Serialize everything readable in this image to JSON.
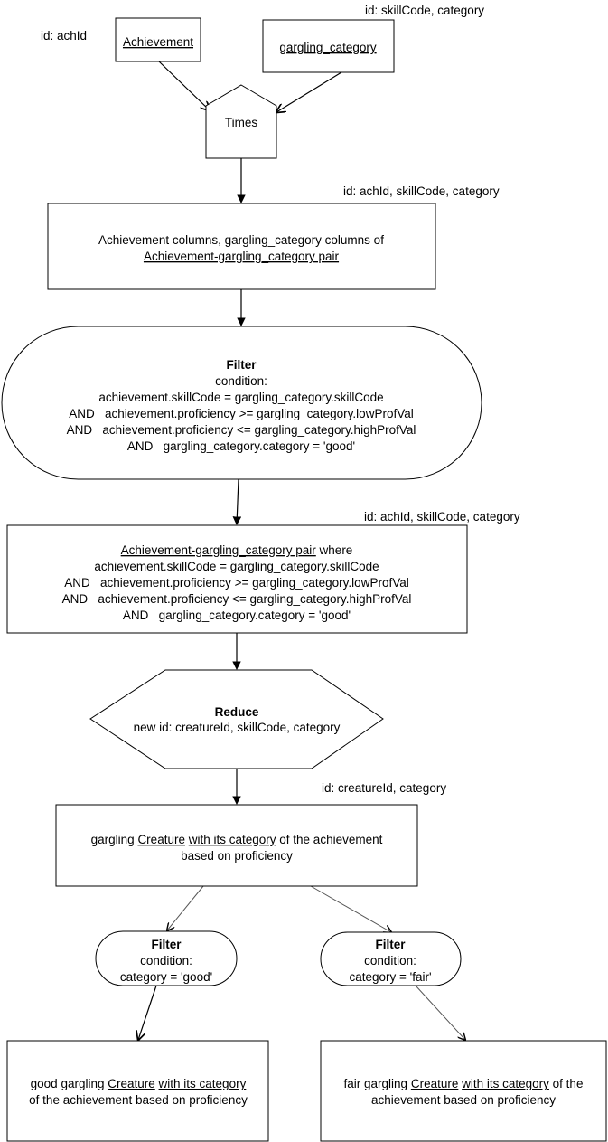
{
  "notes": {
    "ach_id": "id: achId",
    "cat_id": "id: skillCode, category",
    "pair_id": "id: achId, skillCode, category",
    "filtered_id": "id: achId, skillCode, category",
    "creature_id": "id: creatureId, category"
  },
  "nodes": {
    "achievement": "Achievement",
    "gargling_category": "gargling_category",
    "times": "Times",
    "pair_line1": "Achievement columns, gargling_category columns of",
    "pair_line2": "Achievement-gargling_category pair",
    "filter1_title": "Filter",
    "filter1_lines": [
      "condition:",
      "achievement.skillCode = gargling_category.skillCode",
      "AND   achievement.proficiency >= gargling_category.lowProfVal",
      "AND   achievement.proficiency <= gargling_category.highProfVal",
      "AND   gargling_category.category = 'good'"
    ],
    "filtered_line1_u": "Achievement-gargling_category pair",
    "filtered_line1_rest": " where",
    "filtered_lines": [
      "achievement.skillCode = gargling_category.skillCode",
      "AND   achievement.proficiency >= gargling_category.lowProfVal",
      "AND   achievement.proficiency <= gargling_category.highProfVal",
      "AND   gargling_category.category = 'good'"
    ],
    "reduce_title": "Reduce",
    "reduce_line": "new id: creatureId, skillCode, category",
    "creature_line1": [
      "gargling ",
      "Creature",
      " ",
      "with its category",
      " of the achievement"
    ],
    "creature_line2": "based on proficiency",
    "filter_good_title": "Filter",
    "filter_good_lines": [
      "condition:",
      "category = 'good'"
    ],
    "filter_fair_title": "Filter",
    "filter_fair_lines": [
      "condition:",
      "category = 'fair'"
    ],
    "good_line1": [
      "good gargling ",
      "Creature",
      " ",
      "with its category"
    ],
    "good_line2": "of the achievement based on proficiency",
    "fair_line1": [
      "fair gargling ",
      "Creature",
      " ",
      "with its category",
      " of the"
    ],
    "fair_line2": "achievement based on proficiency"
  },
  "colors": {
    "stroke": "#000000",
    "background": "#ffffff",
    "secondary_edge": "#555555"
  }
}
